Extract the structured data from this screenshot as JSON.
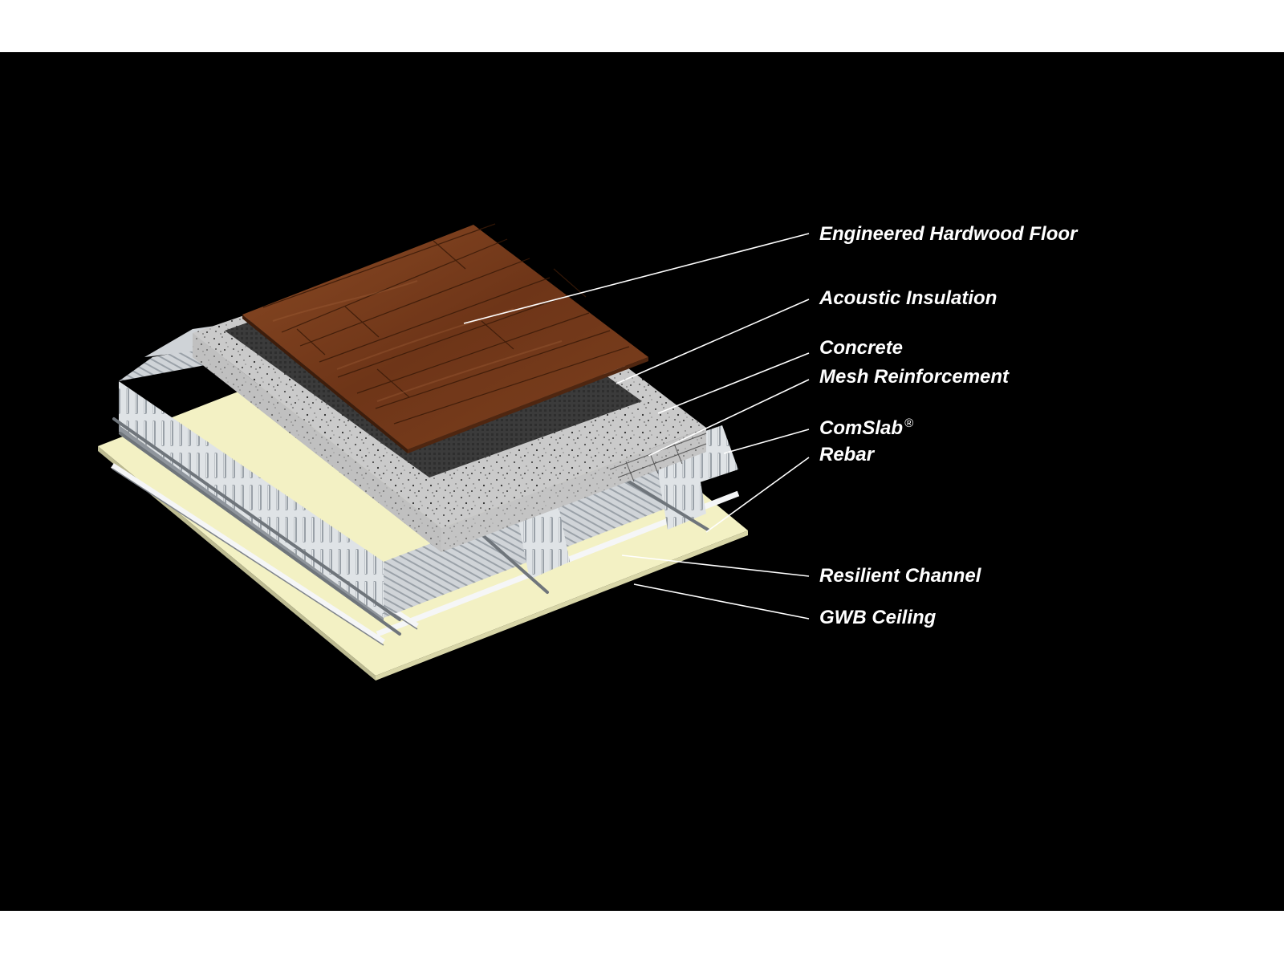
{
  "diagram": {
    "layers": [
      {
        "id": "hardwood",
        "label": "Engineered Hardwood Floor"
      },
      {
        "id": "acoustic",
        "label": "Acoustic Insulation"
      },
      {
        "id": "concrete",
        "label": "Concrete"
      },
      {
        "id": "mesh",
        "label": "Mesh Reinforcement"
      },
      {
        "id": "comslab",
        "label": "ComSlab",
        "mark": "®"
      },
      {
        "id": "rebar",
        "label": "Rebar"
      },
      {
        "id": "channel",
        "label": "Resilient Channel"
      },
      {
        "id": "gwb",
        "label": "GWB Ceiling"
      }
    ],
    "colors": {
      "background": "#000000",
      "wood": "#7a3f1f",
      "wood_dark": "#4a230f",
      "acoustic": "#3a3a3a",
      "concrete": "#c9c9c9",
      "steel": "#e6e8ea",
      "gwb": "#f3f1c4",
      "leader": "#ffffff"
    }
  }
}
